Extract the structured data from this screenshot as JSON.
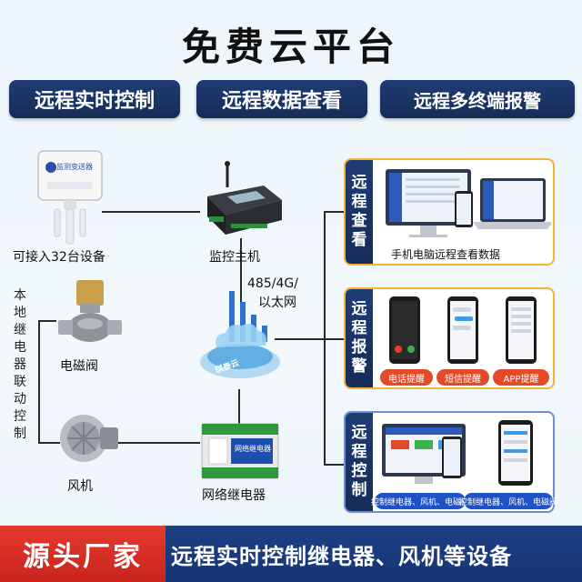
{
  "title": "免费云平台",
  "features": [
    "远程实时控制",
    "远程数据查看",
    "远程多终端报警"
  ],
  "devices": {
    "sensor_label": "可接入32台设备",
    "sensor_brand": "监测变送器",
    "host_label": "监控主机",
    "network_label_1": "485/4G/",
    "network_label_2": "以太网",
    "valve_label": "电磁阀",
    "fan_label": "风机",
    "relay_label": "网络继电器",
    "relay_screen": "网络继电器",
    "cloud_brand": "琪泰云",
    "linkage_vertical": "本地继电器联动控制"
  },
  "panels": {
    "view": {
      "tab": "远程查看",
      "caption": "手机电脑远程查看数据"
    },
    "alarm": {
      "tab": "远程报警",
      "chips": [
        "电话提醒",
        "短信提醒",
        "APP提醒"
      ]
    },
    "control": {
      "tab": "远程控制",
      "captions": [
        "控制继电器、风机、电磁阀",
        "控制继电器、风机、电磁阀"
      ]
    }
  },
  "banner": {
    "left": "源头厂家",
    "slogan": "远程实时控制继电器、风机等设备"
  },
  "colors": {
    "navy": "#1f3c73",
    "orange_border": "#f2b23a",
    "red": "#e43a2e",
    "banner_blue": "#1e3f85"
  }
}
